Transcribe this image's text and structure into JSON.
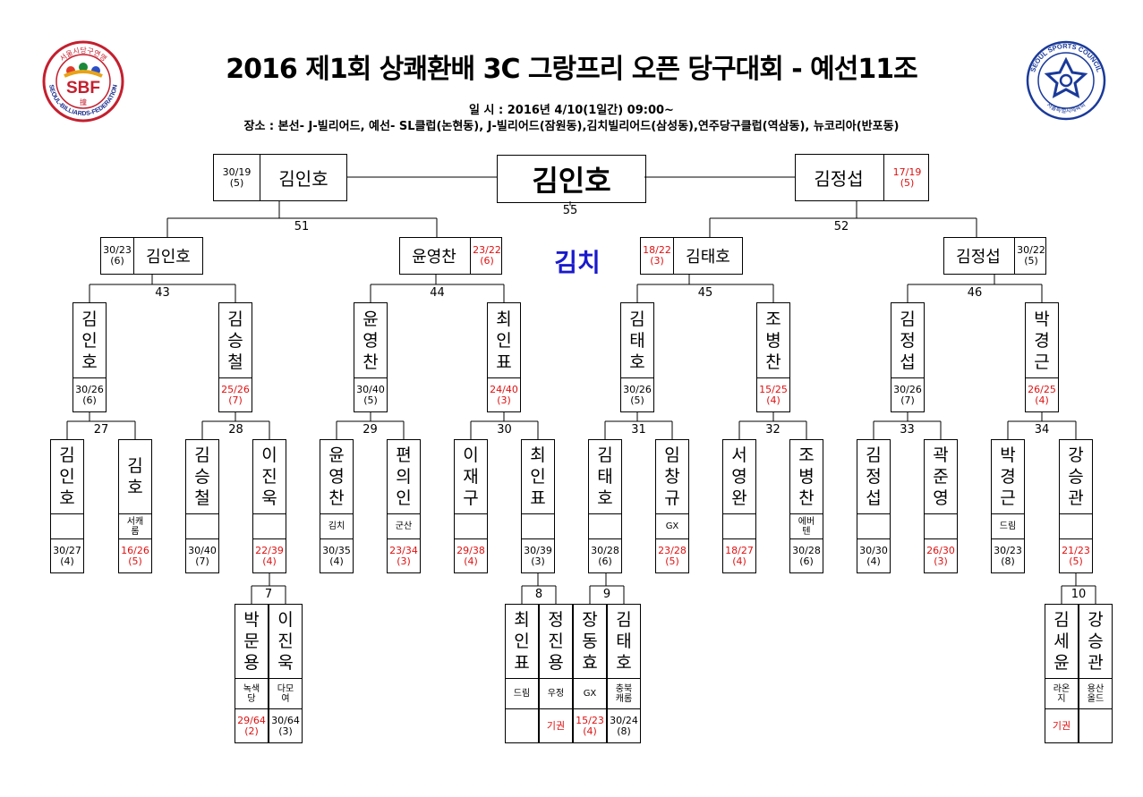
{
  "title": "2016 제1회 상쾌환배 3C 그랑프리 오픈 당구대회 - 예선11조",
  "date": "일 시 : 2016년 4/10(1일간) 09:00~",
  "venue": "장소 : 본선- J-빌리어드, 예선- SL클럽(논현동), J-빌리어드(잠원동),김치빌리어드(삼성동),연주당구클럽(역삼동), 뉴코리아(반포동)",
  "champion": "김인호",
  "winner_club": "김치",
  "logos": {
    "left": {
      "letters": "SBF",
      "ring_text": "SEOUL-BILLIARDS-FEDERATION",
      "top_text": "서울시당구연맹",
      "bottom_text": "撞"
    },
    "right": {
      "ring_text": "SEOUL SPORTS COUNCIL",
      "bottom_text": "서울특별시체육회"
    }
  },
  "final_boxes": [
    {
      "name": "김인호",
      "score": "30/19",
      "inning": "(5)",
      "red": false
    },
    {
      "name": "김정섭",
      "score": "17/19",
      "inning": "(5)",
      "red": true
    }
  ],
  "match_numbers": {
    "m55": "55",
    "m51": "51",
    "m52": "52",
    "m43": "43",
    "m44": "44",
    "m45": "45",
    "m46": "46",
    "m27": "27",
    "m28": "28",
    "m29": "29",
    "m30": "30",
    "m31": "31",
    "m32": "32",
    "m33": "33",
    "m34": "34",
    "m7": "7",
    "m8": "8",
    "m9": "9",
    "m10": "10"
  },
  "semi_boxes": [
    {
      "name": "김인호",
      "score": "30/23",
      "inning": "(6)",
      "red": false
    },
    {
      "name": "윤영찬",
      "score": "23/22",
      "inning": "(6)",
      "red": true
    },
    {
      "name": "김태호",
      "score": "18/22",
      "inning": "(3)",
      "red": true
    },
    {
      "name": "김정섭",
      "score": "30/22",
      "inning": "(5)",
      "red": false
    }
  ],
  "quarter_boxes": [
    {
      "name": "김인호",
      "score": "30/26",
      "inning": "(6)",
      "red": false
    },
    {
      "name": "김승철",
      "score": "25/26",
      "inning": "(7)",
      "red": true
    },
    {
      "name": "윤영찬",
      "score": "30/40",
      "inning": "(5)",
      "red": false
    },
    {
      "name": "최인표",
      "score": "24/40",
      "inning": "(3)",
      "red": true
    },
    {
      "name": "김태호",
      "score": "30/26",
      "inning": "(5)",
      "red": false
    },
    {
      "name": "조병찬",
      "score": "15/25",
      "inning": "(4)",
      "red": true
    },
    {
      "name": "김정섭",
      "score": "30/26",
      "inning": "(7)",
      "red": false
    },
    {
      "name": "박경근",
      "score": "26/25",
      "inning": "(4)",
      "red": true
    }
  ],
  "round1_boxes": [
    {
      "name": "김인호",
      "club": "",
      "score": "30/27",
      "inning": "(4)",
      "red": false
    },
    {
      "name": "김 호",
      "club": "서캐롬",
      "score": "16/26",
      "inning": "(5)",
      "red": true
    },
    {
      "name": "김승철",
      "club": "",
      "score": "30/40",
      "inning": "(7)",
      "red": false
    },
    {
      "name": "이진욱",
      "club": "",
      "score": "22/39",
      "inning": "(4)",
      "red": true
    },
    {
      "name": "윤영찬",
      "club": "김치",
      "score": "30/35",
      "inning": "(4)",
      "red": false
    },
    {
      "name": "편의인",
      "club": "군산",
      "score": "23/34",
      "inning": "(3)",
      "red": true
    },
    {
      "name": "이재구",
      "club": "",
      "score": "29/38",
      "inning": "(4)",
      "red": true
    },
    {
      "name": "최인표",
      "club": "",
      "score": "30/39",
      "inning": "(3)",
      "red": false
    },
    {
      "name": "김태호",
      "club": "",
      "score": "30/28",
      "inning": "(6)",
      "red": false
    },
    {
      "name": "임창규",
      "club": "GX",
      "score": "23/28",
      "inning": "(5)",
      "red": true
    },
    {
      "name": "서영완",
      "club": "",
      "score": "18/27",
      "inning": "(4)",
      "red": true
    },
    {
      "name": "조병찬",
      "club": "에버텐",
      "score": "30/28",
      "inning": "(6)",
      "red": false
    },
    {
      "name": "김정섭",
      "club": "",
      "score": "30/30",
      "inning": "(4)",
      "red": false
    },
    {
      "name": "곽준영",
      "club": "",
      "score": "26/30",
      "inning": "(3)",
      "red": true
    },
    {
      "name": "박경근",
      "club": "드림",
      "score": "30/23",
      "inning": "(8)",
      "red": false
    },
    {
      "name": "강승관",
      "club": "",
      "score": "21/23",
      "inning": "(5)",
      "red": true
    }
  ],
  "prelim_boxes": [
    {
      "name": "박문용",
      "club": "녹색당",
      "score": "29/64",
      "inning": "(2)",
      "red": true
    },
    {
      "name": "이진욱",
      "club": "다모여",
      "score": "30/64",
      "inning": "(3)",
      "red": false
    },
    {
      "name": "최인표",
      "club": "드림",
      "score": "",
      "inning": "",
      "red": false
    },
    {
      "name": "정진용",
      "club": "우정",
      "score": "기권",
      "inning": "",
      "red": true
    },
    {
      "name": "장동효",
      "club": "GX",
      "score": "15/23",
      "inning": "(4)",
      "red": true
    },
    {
      "name": "김태호",
      "club": "충북캐롬",
      "score": "30/24",
      "inning": "(8)",
      "red": false
    },
    {
      "name": "김세윤",
      "club": "라온지",
      "score": "기권",
      "inning": "",
      "red": true
    },
    {
      "name": "강승관",
      "club": "용산올드",
      "score": "",
      "inning": "",
      "red": false
    }
  ]
}
